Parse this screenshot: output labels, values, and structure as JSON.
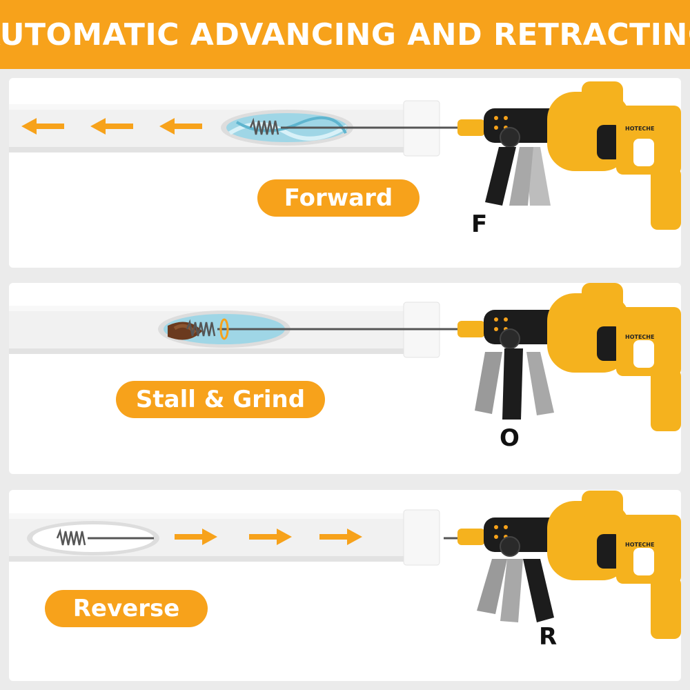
{
  "header": {
    "title": "AUTOMATIC ADVANCING AND RETRACTING"
  },
  "brand": {
    "logo_text": "HOTECHE"
  },
  "colors": {
    "accent": "#f7a21b",
    "tool_body": "#f5b21e",
    "grip": "#1c1c1c",
    "grip_ghost": "#9a9a9a",
    "pipe": "#f1f1f1"
  },
  "panels": [
    {
      "mode_label": "Forward",
      "mode_letter": "F",
      "direction": "left"
    },
    {
      "mode_label": "Stall & Grind",
      "mode_letter": "O",
      "direction": "none"
    },
    {
      "mode_label": "Reverse",
      "mode_letter": "R",
      "direction": "right"
    }
  ]
}
